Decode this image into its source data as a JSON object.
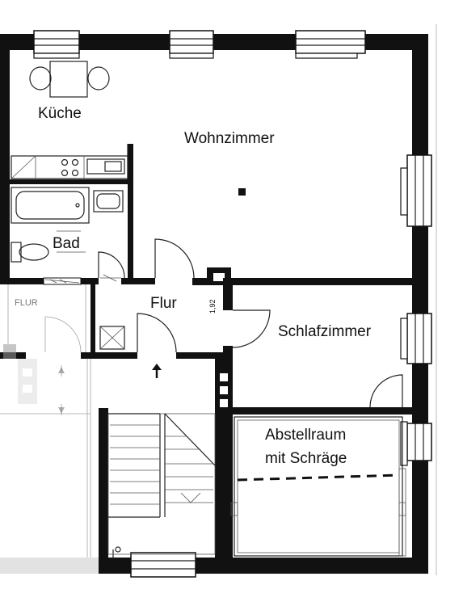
{
  "rooms": {
    "kueche": "Küche",
    "wohnzimmer": "Wohnzimmer",
    "bad": "Bad",
    "flur": "Flur",
    "schlafzimmer": "Schlafzimmer",
    "abstellraum_line1": "Abstellraum",
    "abstellraum_line2": "mit Schräge"
  },
  "annotations": {
    "neighbor_flur": "FLUR",
    "dimension": "1,92"
  },
  "icons": {
    "entrance_arrow": "up-arrow-icon",
    "chimney": "chimney-shaft-icon"
  }
}
